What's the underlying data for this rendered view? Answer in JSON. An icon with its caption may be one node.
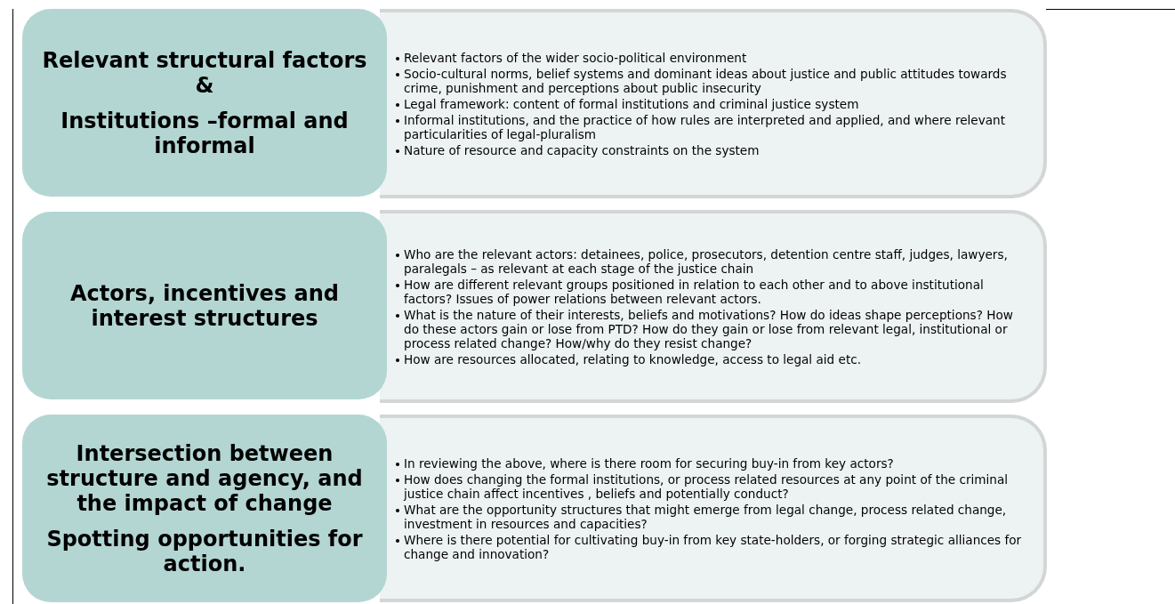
{
  "diagram": {
    "nodes": [
      {
        "text": [
          "Relevant structural factors &",
          "Institutions –formal and informal"
        ]
      },
      {
        "text": [
          "Relevant factors of the wider socio-political environment",
          "Socio-cultural norms, belief systems and dominant ideas about justice and public attitudes towards crime, punishment and perceptions about public insecurity",
          "Legal framework: content of formal institutions and criminal justice system",
          "Informal institutions, and the practice of how rules are interpreted and applied,  and where relevant particularities of legal-pluralism",
          "Nature of resource and capacity constraints on the system"
        ]
      },
      {
        "text": [
          "Actors, incentives and interest structures"
        ]
      },
      {
        "text": [
          "Who are the relevant actors: detainees, police, prosecutors, detention centre staff, judges, lawyers, paralegals – as relevant at each stage of the justice chain",
          "How are different relevant groups positioned in relation to each other and to above institutional factors? Issues of power relations between relevant actors.",
          "What is the nature of their interests, beliefs and motivations? How do ideas shape perceptions?  How do these actors gain or lose from PTD? How do they gain or lose from relevant legal, institutional or process related change?  How/why do they resist change?",
          "How are resources allocated, relating to knowledge, access to legal aid etc."
        ]
      },
      {
        "text": [
          "Intersection between structure and agency, and the impact of change",
          "Spotting opportunities for action."
        ]
      },
      {
        "text": [
          "In reviewing the above, where is there room for securing buy-in from key actors?",
          "How does changing the formal institutions, or process related resources at any point of the criminal justice chain affect incentives , beliefs and potentially conduct?",
          "What are the opportunity structures that might emerge from legal change, process related change, investment in resources and capacities?",
          "Where is there potential for cultivating  buy-in from key state-holders, or forging strategic alliances for change and innovation?"
        ]
      }
    ]
  }
}
